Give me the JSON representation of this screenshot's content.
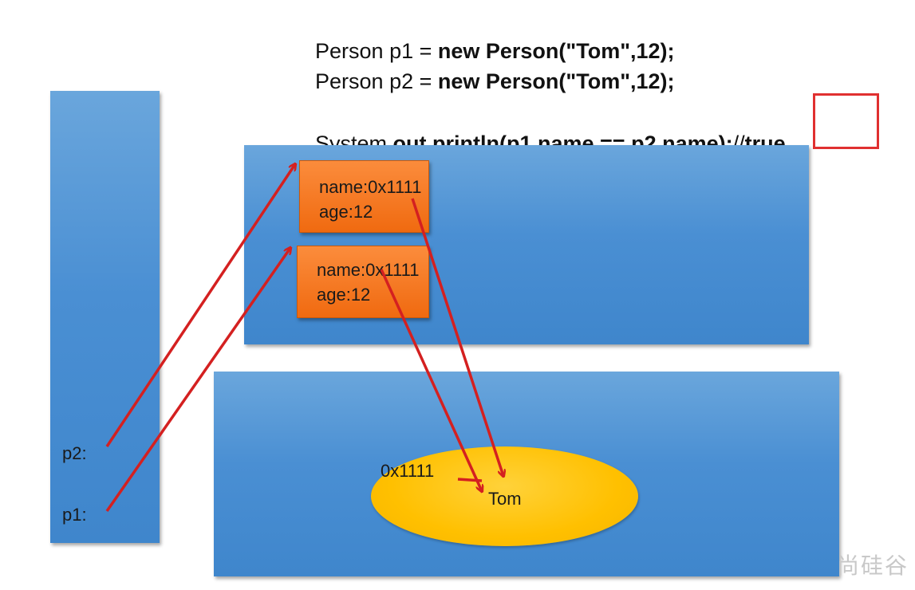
{
  "code": {
    "line1_prefix": "Person p1 = ",
    "line1_bold": "new Person(\"Tom\",12);",
    "line2_prefix": "Person p2 = ",
    "line2_bold": "new Person(\"Tom\",12);",
    "line3_prefix": "System.",
    "line3_bold": "out.println(p1.name == p2.name);",
    "line3_comment": "//",
    "line3_result": "true"
  },
  "stack": {
    "p2_label": "p2:",
    "p1_label": "p1:"
  },
  "heap": {
    "objects": [
      {
        "name_line": "name:0x1111",
        "age_line": "age:12"
      },
      {
        "name_line": "name:0x1111",
        "age_line": "age:12"
      }
    ]
  },
  "string_pool": {
    "address": "0x1111",
    "value": "Tom"
  },
  "watermark": "尚硅谷",
  "colors": {
    "arrow": "#d42020",
    "highlight": "#e03030",
    "blue": "#4a8fd3",
    "orange": "#f27a22",
    "yellow": "#ffc000"
  }
}
